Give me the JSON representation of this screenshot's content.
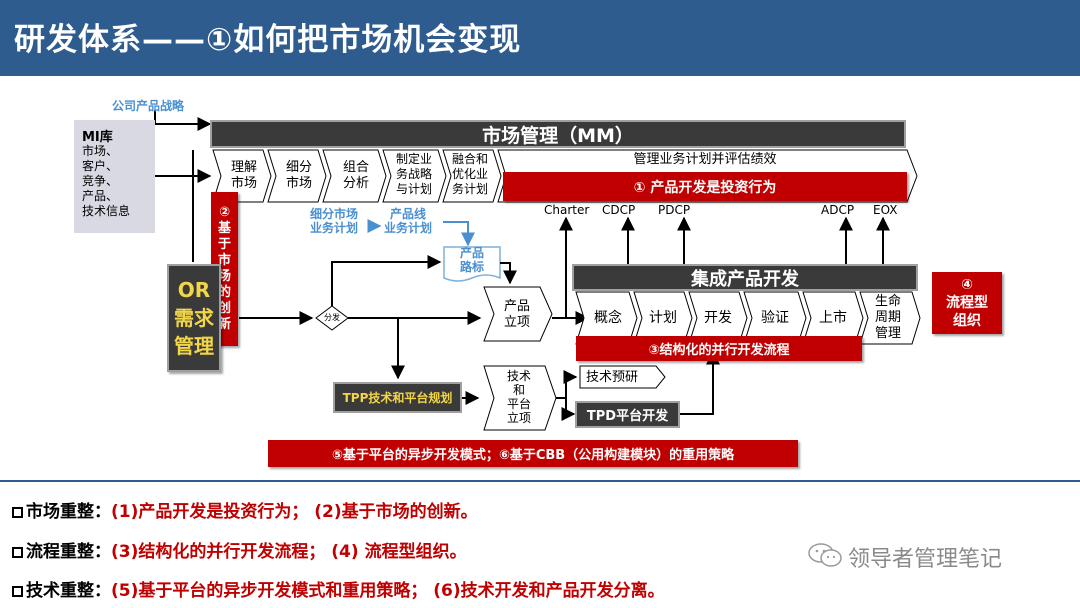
{
  "header": {
    "title": "研发体系——①如何把市场机会变现"
  },
  "strategy_label": "公司产品战略",
  "mi": {
    "title": "MI库",
    "lines": [
      "市场、",
      "客户、",
      "竞争、",
      "产品、",
      "技术信息"
    ]
  },
  "mm": {
    "title": "市场管理（MM）",
    "steps": [
      [
        "理解",
        "市场"
      ],
      [
        "细分",
        "市场"
      ],
      [
        "组合",
        "分析"
      ],
      [
        "制定业",
        "务战略",
        "与计划"
      ],
      [
        "融合和",
        "优化业",
        "务计划"
      ]
    ],
    "last_step": "管理业务计划并评估绩效"
  },
  "invest_label": "① 产品开发是投资行为",
  "innovation_label": [
    "②",
    "基",
    "于",
    "市",
    "场",
    "的",
    "创",
    "新"
  ],
  "or_box": [
    "OR",
    "需求",
    "管理"
  ],
  "segment_plan": [
    "细分市场",
    "业务计划"
  ],
  "line_plan": [
    "产品线",
    "业务计划"
  ],
  "roadmap": [
    "产品",
    "路标"
  ],
  "split_label": "分发",
  "product_init": [
    "产品",
    "立项"
  ],
  "tech_init": [
    "技术",
    "和",
    "平台",
    "立项"
  ],
  "milestones": [
    "Charter",
    "CDCP",
    "PDCP",
    "ADCP",
    "EOX"
  ],
  "ipd": {
    "title": "集成产品开发",
    "phases": [
      "概念",
      "计划",
      "开发",
      "验证",
      "上市"
    ],
    "lifecycle": [
      "生命",
      "周期",
      "管理"
    ]
  },
  "structured_flow": "③结构化的并行开发流程",
  "process_org": [
    "④",
    "流程型",
    "组织"
  ],
  "tpp": "TPP技术和平台规划",
  "tech_research": "技术预研",
  "tpd": "TPD平台开发",
  "platform_strategy": "⑤基于平台的异步开发模式；⑥基于CBB（公用构建模块）的重用策略",
  "summary": [
    {
      "label": "市场重整：",
      "text": "(1)产品开发是投资行为；  (2)基于市场的创新。"
    },
    {
      "label": "流程重整：",
      "text": "(3)结构化的并行开发流程；  (4) 流程型组织。"
    },
    {
      "label": "技术重整：",
      "text": "(5)基于平台的异步开发模式和重用策略；  (6)技术开发和产品开发分离。"
    }
  ],
  "watermark": "领导者管理笔记",
  "colors": {
    "header": "#2E5C8F",
    "dark_bar": "#3A3A3A",
    "red": "#C00000",
    "panel": "#D9D9E3",
    "blue_text": "#4A8FD0",
    "or_text": "#F2D648"
  }
}
